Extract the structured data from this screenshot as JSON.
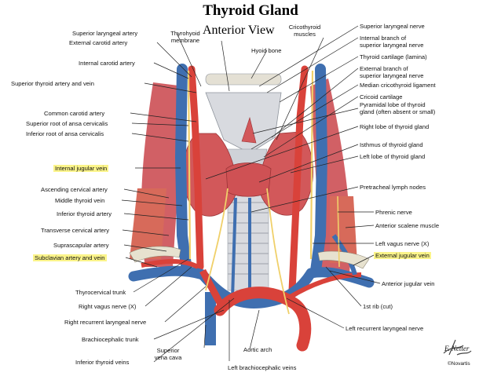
{
  "title": "Thyroid Gland",
  "subtitle": "Anterior View",
  "highlight_color": "#fbf48a",
  "colors": {
    "artery": "#d9423a",
    "vein": "#3f6fb0",
    "thyroid": "#d2585a",
    "cartilage": "#d8dadf",
    "nerve": "#f0d06a"
  },
  "left_labels": [
    {
      "text": "Superior laryngeal artery",
      "hl": false
    },
    {
      "text": "External carotid artery",
      "hl": false
    },
    {
      "text": "Internal carotid artery",
      "hl": false
    },
    {
      "text": "Superior thyroid artery and vein",
      "hl": false
    },
    {
      "text": "Common carotid artery",
      "hl": false
    },
    {
      "text": "Superior root of ansa cervicalis",
      "hl": false
    },
    {
      "text": "Inferior root of ansa cervicalis",
      "hl": false
    },
    {
      "text": "Internal jugular vein",
      "hl": true
    },
    {
      "text": "Ascending cervical artery",
      "hl": false
    },
    {
      "text": "Middle thyroid vein",
      "hl": false
    },
    {
      "text": "Inferior thyroid artery",
      "hl": false
    },
    {
      "text": "Transverse cervical artery",
      "hl": false
    },
    {
      "text": "Suprascapular artery",
      "hl": false
    },
    {
      "text": "Subclavian artery and vein",
      "hl": true
    },
    {
      "text": "Thyrocervical trunk",
      "hl": false
    },
    {
      "text": "Right vagus nerve (X)",
      "hl": false
    },
    {
      "text": "Right recurrent laryngeal nerve",
      "hl": false
    },
    {
      "text": "Brachiocephalic trunk",
      "hl": false
    },
    {
      "text": "Inferior thyroid veins",
      "hl": false
    }
  ],
  "top_labels": [
    {
      "text": "Thyrohyoid\nmembrane"
    },
    {
      "text": "Hyoid bone"
    },
    {
      "text": "Cricothyroid\nmuscles"
    }
  ],
  "right_labels": [
    {
      "text": "Superior laryngeal nerve",
      "hl": false
    },
    {
      "text": "Internal branch of\nsuperior laryngeal nerve",
      "hl": false
    },
    {
      "text": "Thyroid cartilage (lamina)",
      "hl": false
    },
    {
      "text": "External branch of\nsuperior laryngeal nerve",
      "hl": false
    },
    {
      "text": "Median cricothyroid ligament",
      "hl": false
    },
    {
      "text": "Cricoid cartilage",
      "hl": false
    },
    {
      "text": "Pyramidal lobe of thyroid\ngland (often absent or small)",
      "hl": false
    },
    {
      "text": "Right lobe of thyroid gland",
      "hl": false
    },
    {
      "text": "Isthmus of thyroid gland",
      "hl": false
    },
    {
      "text": "Left lobe of thyroid gland",
      "hl": false
    },
    {
      "text": "Pretracheal lymph nodes",
      "hl": false
    },
    {
      "text": "Phrenic nerve",
      "hl": false
    },
    {
      "text": "Anterior scalene muscle",
      "hl": false
    },
    {
      "text": "Left vagus nerve (X)",
      "hl": false
    },
    {
      "text": "External jugular vein",
      "hl": true
    },
    {
      "text": "Anterior jugular vein",
      "hl": false
    },
    {
      "text": "1st rib (cut)",
      "hl": false
    },
    {
      "text": "Left recurrent laryngeal nerve",
      "hl": false
    }
  ],
  "bottom_labels": [
    {
      "text": "Superior\nvena cava"
    },
    {
      "text": "Aortic arch"
    },
    {
      "text": "Left brachiocephalic veins"
    }
  ],
  "signature": "F. Netter",
  "copyright": "©Novartis"
}
